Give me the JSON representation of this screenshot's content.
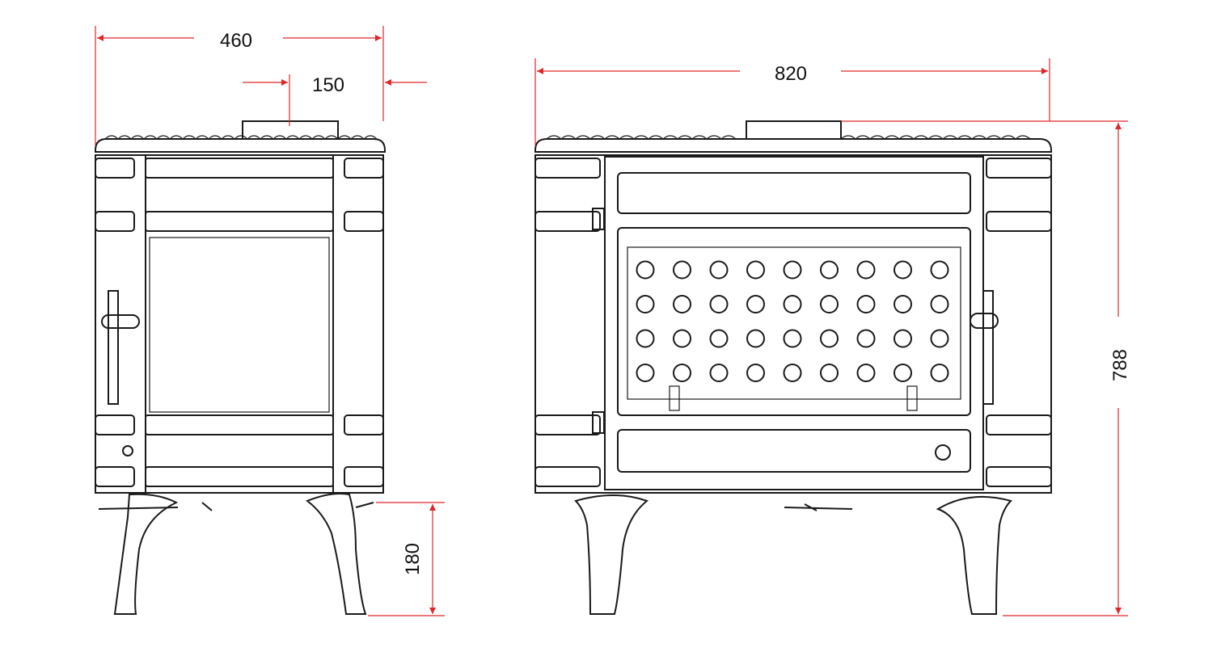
{
  "title": "Stove dimension drawing",
  "dimensions": {
    "side_width": "460",
    "flue_offset": "150",
    "front_width": "820",
    "total_height": "788",
    "leg_height": "180"
  },
  "colors": {
    "dimension_line": "#e0262a",
    "outline": "#1a1a1a"
  },
  "door_grid": {
    "columns": 9,
    "rows": 4
  }
}
